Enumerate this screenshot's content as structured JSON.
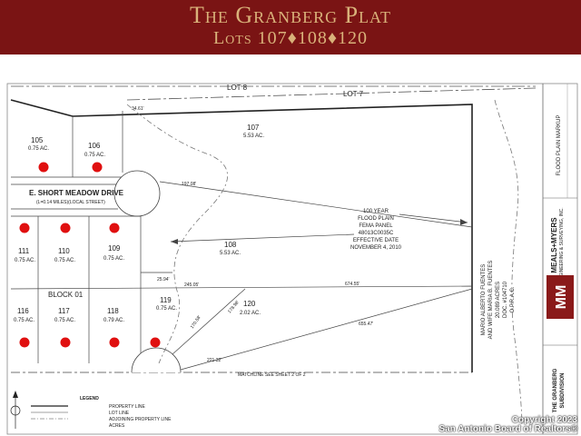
{
  "banner": {
    "title": "The Granberg Plat",
    "subtitle": "Lots 107♦108♦120"
  },
  "lots": {
    "l105": {
      "num": "105",
      "ac": "0.75 AC."
    },
    "l106": {
      "num": "106",
      "ac": "0.75 AC."
    },
    "l107": {
      "num": "107",
      "ac": "5.53 AC."
    },
    "l108": {
      "num": "108",
      "ac": "5.53 AC."
    },
    "l109": {
      "num": "109",
      "ac": "0.75 AC."
    },
    "l110": {
      "num": "110",
      "ac": "0.75 AC."
    },
    "l111": {
      "num": "111",
      "ac": "0.75 AC."
    },
    "l116": {
      "num": "116",
      "ac": "0.75 AC."
    },
    "l117": {
      "num": "117",
      "ac": "0.75 AC."
    },
    "l118": {
      "num": "118",
      "ac": "0.79 AC."
    },
    "l119": {
      "num": "119",
      "ac": "0.75 AC."
    },
    "l120": {
      "num": "120",
      "ac": "2.02 AC."
    }
  },
  "labels": {
    "lot8": "LOT 8",
    "lot7": "LOT 7",
    "street": "E. SHORT MEADOW DRIVE",
    "street_sub": "(L=0.14 MILES)(LOCAL STREET)",
    "block": "BLOCK 01",
    "matchline": "MATCHLINE SEE SHEET 2 OF 2",
    "dims": {
      "d1": "34.61'",
      "d2": "197.08'",
      "d3": "25.94'",
      "d4": "245.05'",
      "d5": "674.55'",
      "d6": "655.47'",
      "d7": "221.32'",
      "d8": "178.98'",
      "d9": "170.58'"
    }
  },
  "flood_note": [
    "100 YEAR",
    "FLOOD PLAIN",
    "FEMA PANEL",
    "48013C0035C",
    "EFFECTIVE DATE",
    "NOVEMBER 4, 2010"
  ],
  "owner_note": [
    "MARIO ALBERTO FUENTES",
    "AND WIFE MARIA B. FUENTES",
    "20.089 ACRES",
    "DOC. #104710",
    "O.P.R.A.C."
  ],
  "title_block": {
    "markup": "FLOOD PLAIN MARKUP",
    "company": "MEALS+MYERS",
    "company_sub": "ENGINEERING & SURVEYING, INC.",
    "logo": "MM",
    "subdivision": [
      "THE GRANBERG",
      "SUBDIVISION"
    ]
  },
  "legend": {
    "title": "LEGEND",
    "items": [
      "PROPERTY LINE",
      "LOT LINE",
      "ADJOINING PROPERTY LINE",
      "ACRES"
    ]
  },
  "watermark": [
    "Copyright 2023",
    "San Antonio Board of Realtors®"
  ],
  "colors": {
    "banner": "#7a1414",
    "gold": "#d9b27a",
    "marker": "#e01010",
    "logo": "#8a1a1a"
  }
}
